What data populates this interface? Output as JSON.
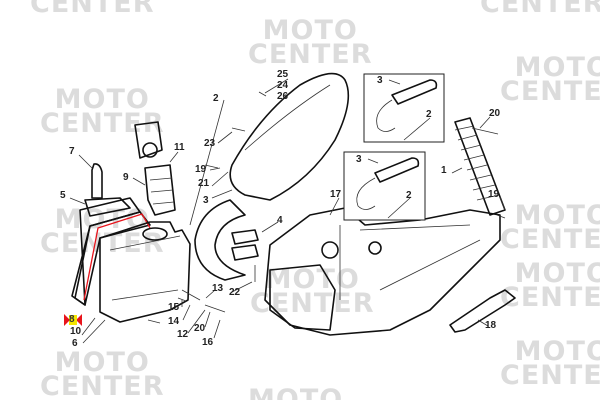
{
  "watermark": {
    "line1": "MOTO",
    "line2": "CENTER"
  },
  "callouts": {
    "c25": "25",
    "c24": "24",
    "c26": "26",
    "c2a": "2",
    "c23": "23",
    "c11": "11",
    "c7": "7",
    "c19a": "19",
    "c9": "9",
    "c21": "21",
    "c3a": "3",
    "c5": "5",
    "c4": "4",
    "c13": "13",
    "c22": "22",
    "c15": "15",
    "c14": "14",
    "c20a": "20",
    "c12": "12",
    "c16": "16",
    "c8": "8",
    "c10": "10",
    "c6": "6",
    "c3b": "3",
    "c2b": "2",
    "c20b": "20",
    "c1": "1",
    "c3c": "3",
    "c2c": "2",
    "c17": "17",
    "c19b": "19",
    "c18": "18"
  },
  "colors": {
    "highlight": "#e8141c",
    "marker_fill": "#f3e600"
  }
}
